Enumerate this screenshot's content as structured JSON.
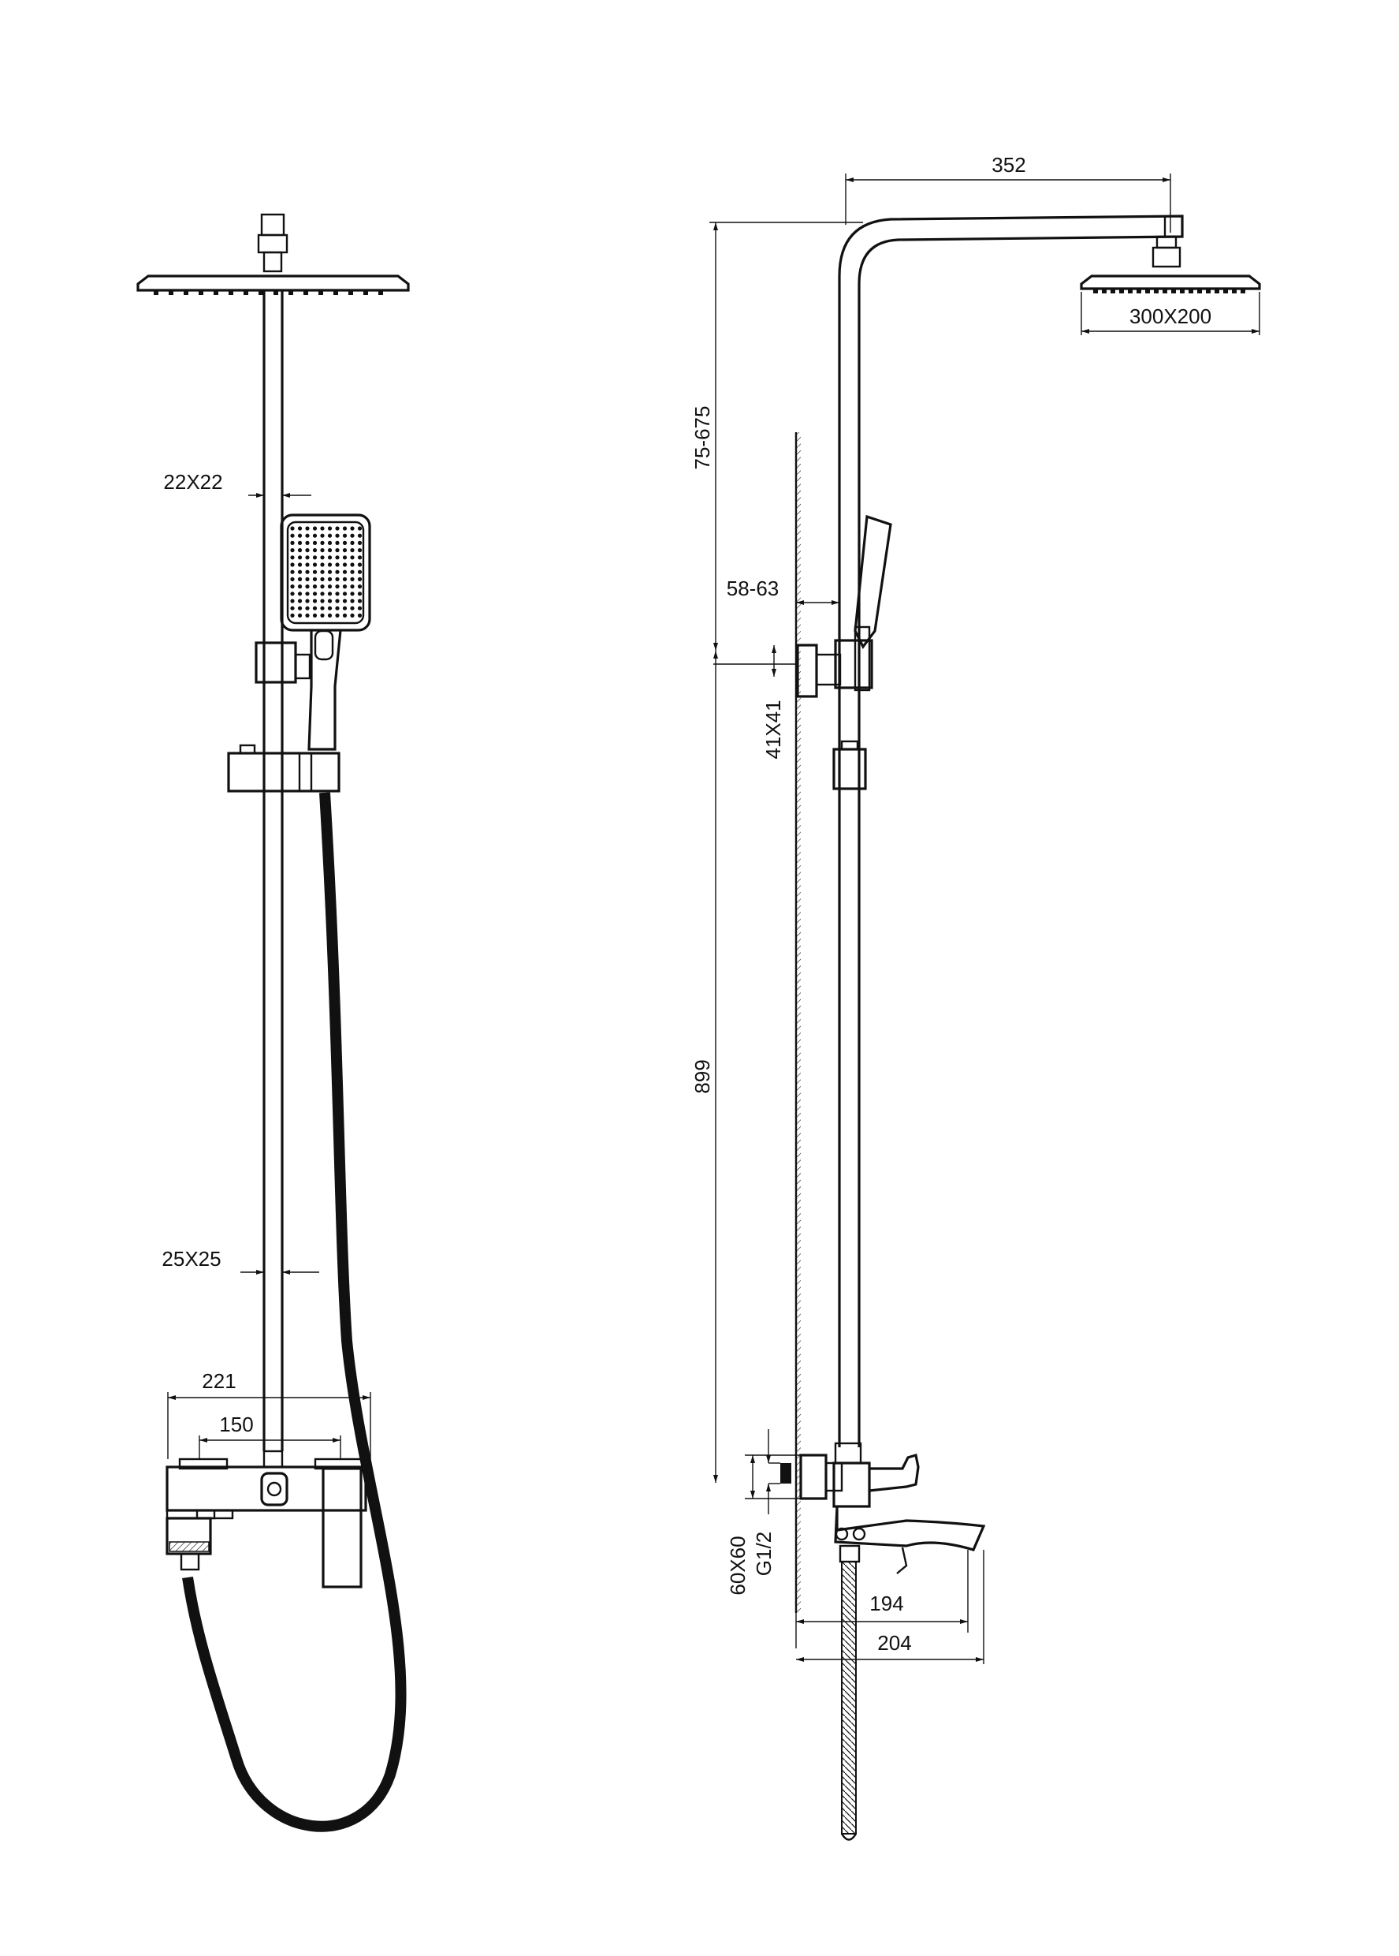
{
  "diagram": {
    "front_view": {
      "dimensions": {
        "slide_bar_section": "22X22",
        "column_section": "25X25",
        "mixer_width": "221",
        "inlet_spacing": "150"
      }
    },
    "side_view": {
      "dimensions": {
        "arm_length": "352",
        "head_size": "300X200",
        "height_adjust": "75-675",
        "wall_distance": "58-63",
        "wall_bracket": "41X41",
        "mixer_to_bracket": "899",
        "escutcheon": "60X60",
        "thread": "G1/2",
        "spout_inner": "194",
        "spout_outer": "204"
      }
    }
  }
}
